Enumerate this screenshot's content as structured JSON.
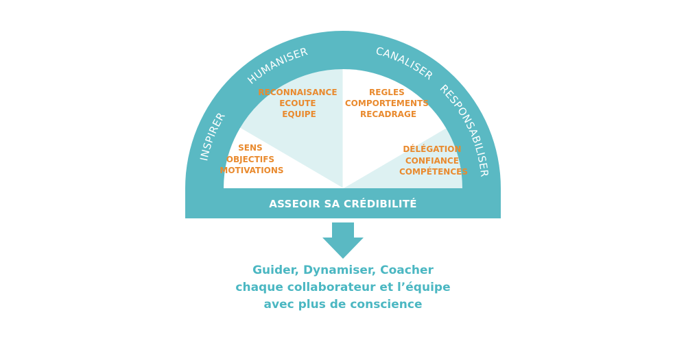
{
  "colors": {
    "teal": "#5AB9C3",
    "light_teal": "#DDF1F2",
    "orange": "#E98A2E",
    "white": "#FFFFFF"
  },
  "arc_labels": [
    "INSPIRER",
    "HUMANISER",
    "CANALISER",
    "RESPONSABILISER"
  ],
  "sectors": [
    {
      "lines": [
        "SENS",
        "OBJECTIFS",
        "MOTIVATIONS"
      ]
    },
    {
      "lines": [
        "RECONNAISANCE",
        "ECOUTE",
        "EQUIPE"
      ]
    },
    {
      "lines": [
        "REGLES",
        "COMPORTEMENTS",
        "RECADRAGE"
      ]
    },
    {
      "lines": [
        "DÉLÉGATION",
        "CONFIANCE",
        "COMPÉTENCES"
      ]
    }
  ],
  "base_label": "ASSEOIR SA CRÉDIBILITÉ",
  "arrow_icon": "down-arrow-icon",
  "caption": [
    "Guider, Dynamiser, Coacher",
    "chaque collaborateur et l’équipe",
    "avec plus de conscience"
  ]
}
